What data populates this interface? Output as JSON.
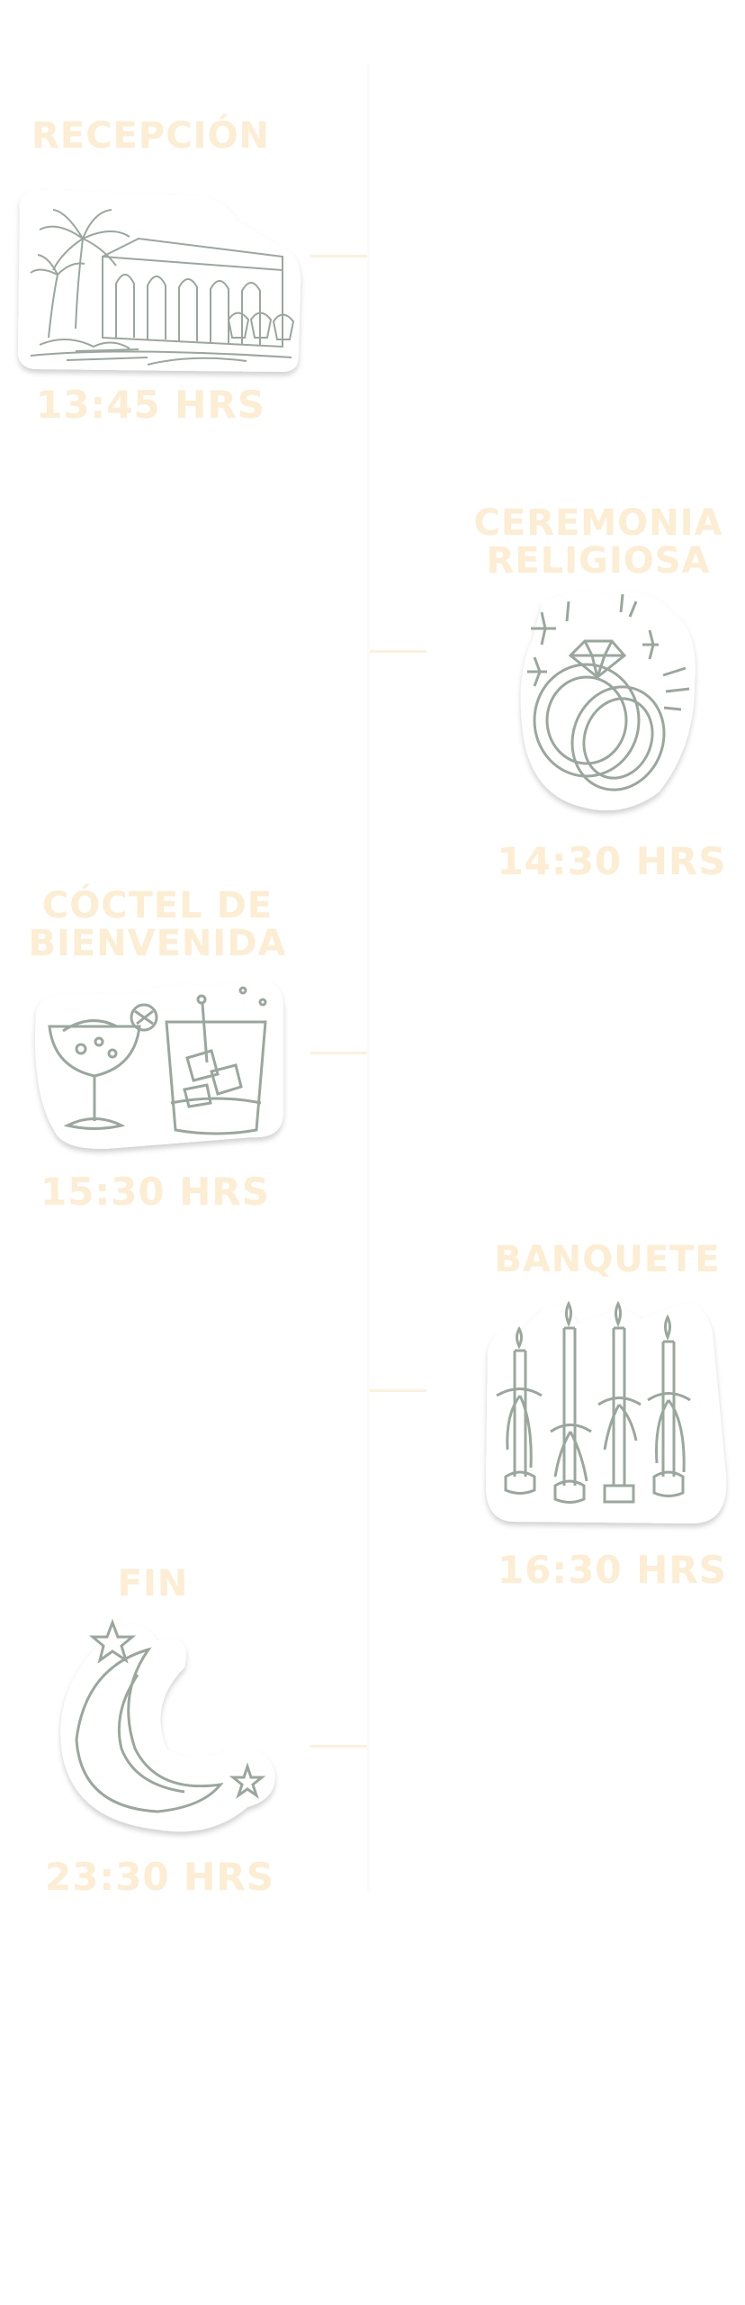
{
  "timeline": {
    "events": [
      {
        "title": "RECEPCIÓN",
        "time": "13:45 HRS",
        "icon": "hacienda-icon"
      },
      {
        "title": "CEREMONIA\nRELIGIOSA",
        "time": "14:30 HRS",
        "icon": "wedding-rings-icon"
      },
      {
        "title": "CÓCTEL DE\nBIENVENIDA",
        "time": "15:30 HRS",
        "icon": "cocktails-icon"
      },
      {
        "title": "BANQUETE",
        "time": "16:30 HRS",
        "icon": "candles-icon"
      },
      {
        "title": "FIN",
        "time": "23:30 HRS",
        "icon": "moon-stars-icon"
      }
    ]
  },
  "colors": {
    "text": "#fcedd3",
    "line": "#fcfbf8",
    "illustration": "#9aa79d",
    "sticker_bg": "#ffffff"
  }
}
